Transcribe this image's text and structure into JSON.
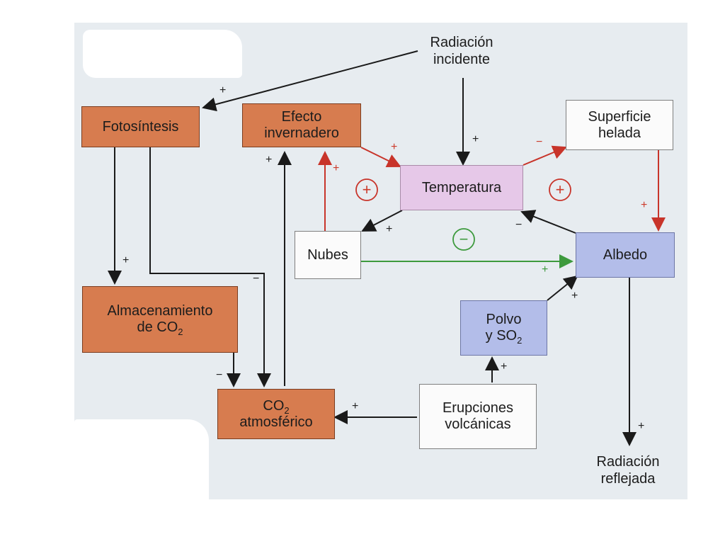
{
  "nodes": {
    "radiacion_incidente": [
      "Radiación",
      "incidente"
    ],
    "fotosintesis": "Fotosíntesis",
    "efecto_invernadero": [
      "Efecto",
      "invernadero"
    ],
    "superficie_helada": [
      "Superficie",
      "helada"
    ],
    "temperatura": "Temperatura",
    "nubes": "Nubes",
    "albedo": "Albedo",
    "almacenamiento": {
      "line1": "Almacenamiento",
      "line2_prefix": "de CO",
      "line2_sub": "2"
    },
    "polvo": {
      "line1": "Polvo",
      "line2_prefix": "y SO",
      "line2_sub": "2"
    },
    "co2_atmosferico": {
      "line1_prefix": "CO",
      "line1_sub": "2",
      "line2": "atmosférico"
    },
    "erupciones": [
      "Erupciones",
      "volcánicas"
    ],
    "radiacion_reflejada": [
      "Radiación",
      "reflejada"
    ]
  },
  "signs": {
    "plus": "+",
    "minus": "−",
    "circle_plus": "+",
    "circle_minus": "−"
  },
  "colors": {
    "orange_box": "#d77c4f",
    "purple_box": "#e6c8e8",
    "blue_box": "#b3bde9",
    "white_box": "#fbfbfb",
    "red_arrow": "#c8342a",
    "green_arrow": "#3d9a3d",
    "black_arrow": "#1a1a1a",
    "background": "#e7ecf0"
  }
}
